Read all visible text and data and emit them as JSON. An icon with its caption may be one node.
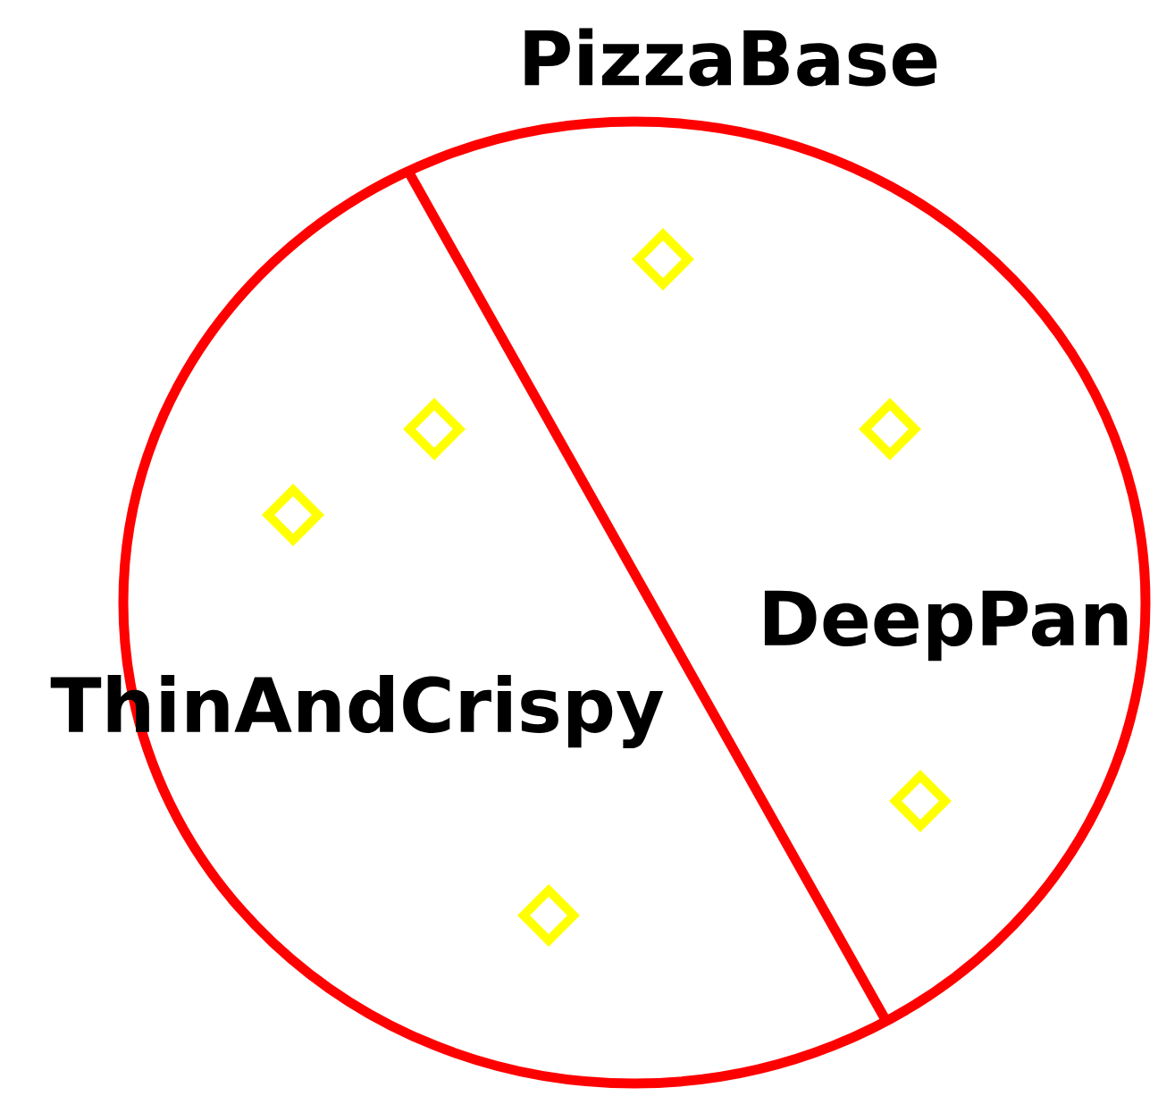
{
  "diagram": {
    "nodes": [
      {
        "text": [
          "PizzaBase"
        ]
      },
      {
        "text": [
          "ThinAndCrispy"
        ]
      },
      {
        "text": [
          "DeepPan"
        ],
        "in": 0
      },
      {
        "text": [],
        "shape": "diamond",
        "in": 0
      },
      {
        "text": [],
        "shape": "diamond",
        "in": 0
      },
      {
        "text": [],
        "shape": "diamond",
        "in": 0
      },
      {
        "text": [],
        "shape": "diamond",
        "in": 0
      },
      {
        "text": [],
        "shape": "diamond",
        "in": 0
      },
      {
        "text": [],
        "shape": "diamond",
        "in": 0
      }
    ]
  }
}
